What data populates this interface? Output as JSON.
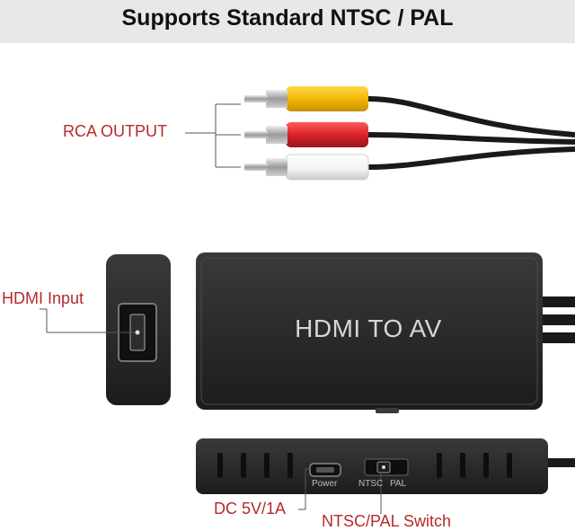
{
  "header": {
    "title": "Supports Standard NTSC / PAL"
  },
  "callouts": {
    "rca_output": "RCA OUTPUT",
    "hdmi_input": "HDMI Input",
    "dc_power": "DC 5V/1A",
    "switch": "NTSC/PAL Switch"
  },
  "device": {
    "title": "HDMI TO AV",
    "port_power": "Power",
    "port_ntsc": "NTSC",
    "port_pal": "PAL"
  },
  "colors": {
    "callout_text": "#b52a2a",
    "rca_yellow": "#f2b705",
    "rca_red": "#d8242b",
    "rca_white": "#f4f4f4",
    "device_body": "#2b2b2b"
  }
}
